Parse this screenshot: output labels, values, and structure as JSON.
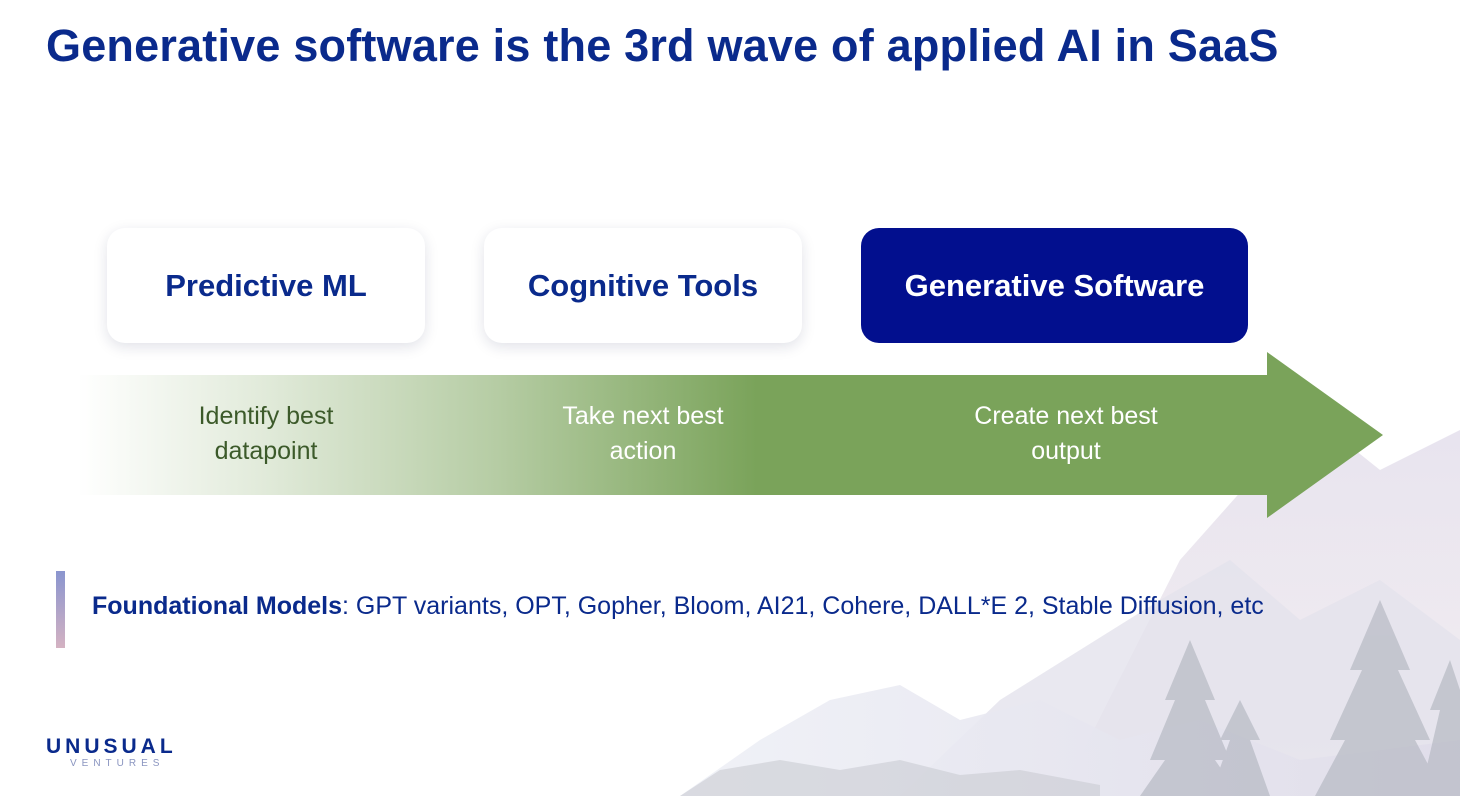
{
  "title": "Generative software is the 3rd wave of applied AI in SaaS",
  "stages": [
    {
      "label": "Predictive ML",
      "desc_line1": "Identify best",
      "desc_line2": "datapoint"
    },
    {
      "label": "Cognitive Tools",
      "desc_line1": "Take next best",
      "desc_line2": "action"
    },
    {
      "label": "Generative Software",
      "desc_line1": "Create next best",
      "desc_line2": "output"
    }
  ],
  "models": {
    "heading": "Foundational Models",
    "list": ": GPT variants, OPT, Gopher, Bloom, AI21, Cohere, DALL*E 2, Stable Diffusion, etc"
  },
  "logo": {
    "main": "UNUSUAL",
    "sub": "VENTURES"
  },
  "colors": {
    "title": "#0a2a8c",
    "active_stage": "#020f8e",
    "arrow": "#7aa35a",
    "desc_dark": "#3c5a2a",
    "desc_light": "#ffffff"
  }
}
